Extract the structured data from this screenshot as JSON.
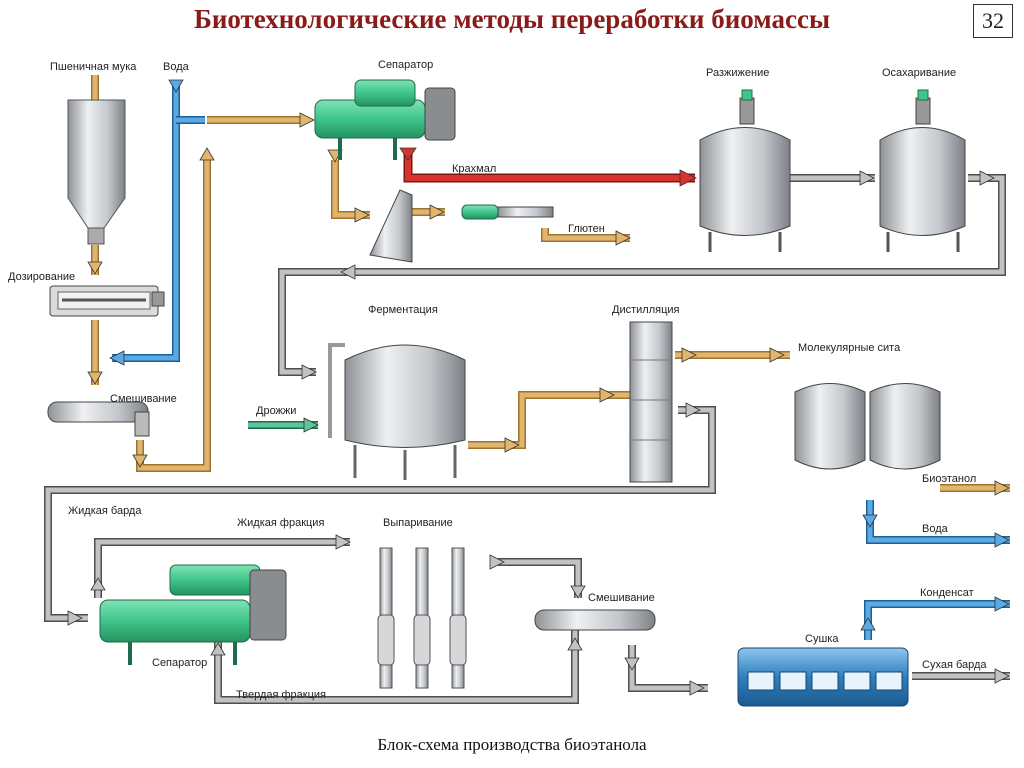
{
  "page": {
    "title": "Биотехнологические методы переработки биомассы",
    "page_number": "32",
    "caption": "Блок-схема производства биоэтанола"
  },
  "labels": {
    "wheat_flour": "Пшеничная мука",
    "water_in": "Вода",
    "separator_top": "Сепаратор",
    "starch": "Крахмал",
    "gluten": "Глютен",
    "liquefaction": "Разжижение",
    "saccharification": "Осахаривание",
    "dosing": "Дозирование",
    "mixing_top": "Смешивание",
    "fermentation": "Ферментация",
    "yeast": "Дрожжи",
    "distillation": "Дистилляция",
    "molecular_sieves": "Молекулярные сита",
    "bioethanol": "Биоэтанол",
    "water_out": "Вода",
    "liquid_stillage": "Жидкая барда",
    "liquid_fraction": "Жидкая фракция",
    "evaporation": "Выпаривание",
    "mixing_bottom": "Смешивание",
    "condensate": "Конденсат",
    "drying": "Сушка",
    "dry_stillage": "Сухая барда",
    "separator_bottom": "Сепаратор",
    "solid_fraction": "Твердая фракция"
  },
  "colors": {
    "title": "#8b1a1a",
    "pipe_tan": "#d9a85a",
    "pipe_blue": "#3d8fd0",
    "pipe_red": "#c9302c",
    "pipe_gray": "#9a9a9a",
    "pipe_green": "#3aa37a",
    "equipment_green": "#3fc48a",
    "equipment_steel": "#c9ccd0",
    "dryer_blue": "#2f7fc0"
  }
}
